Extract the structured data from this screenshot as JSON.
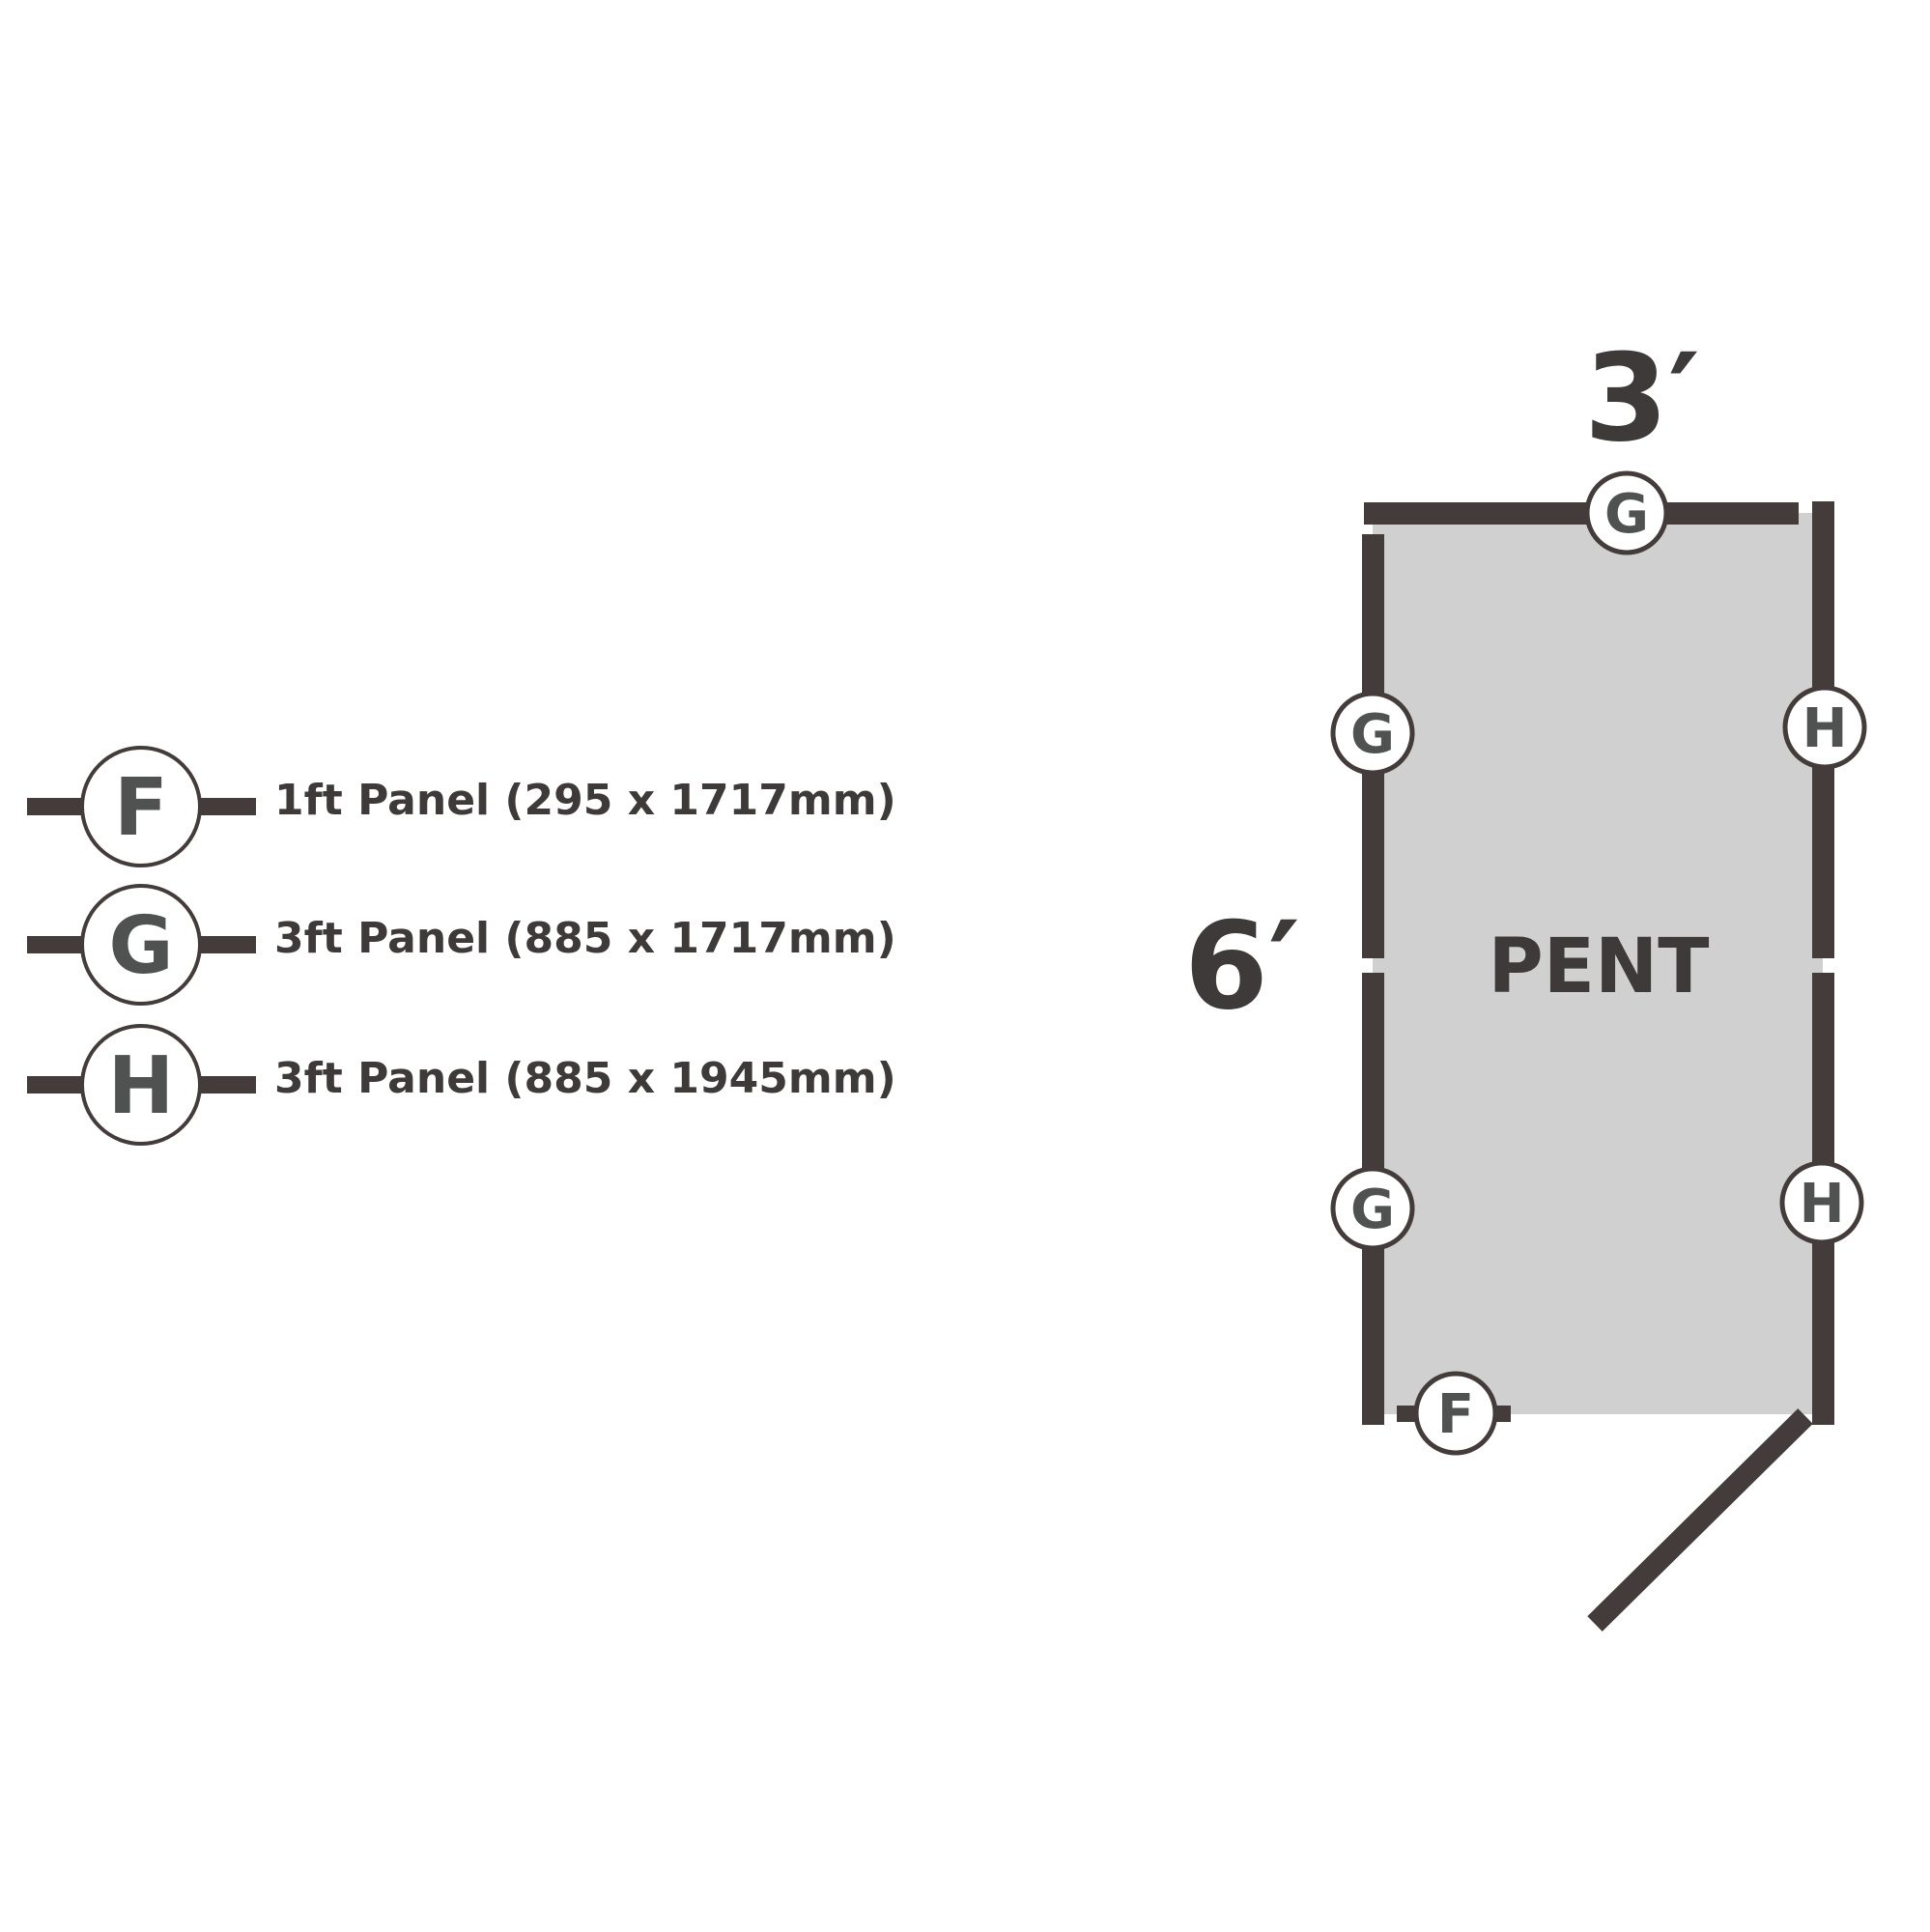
{
  "legend": [
    {
      "letter": "F",
      "text": "1ft Panel (295 x 1717mm)"
    },
    {
      "letter": "G",
      "text": "3ft Panel (885 x 1717mm)"
    },
    {
      "letter": "H",
      "text": "3ft Panel (885 x 1945mm)"
    }
  ],
  "plan": {
    "width_label": "3′",
    "depth_label": "6′",
    "roof_type": "PENT",
    "top_panel": "G",
    "left_panels": [
      "G",
      "G"
    ],
    "right_panels": [
      "H",
      "H"
    ],
    "front_panel": "F"
  },
  "colors": {
    "wall": "#433c3b",
    "floor": "#d1d0d0",
    "text": "#3f3a3a"
  }
}
